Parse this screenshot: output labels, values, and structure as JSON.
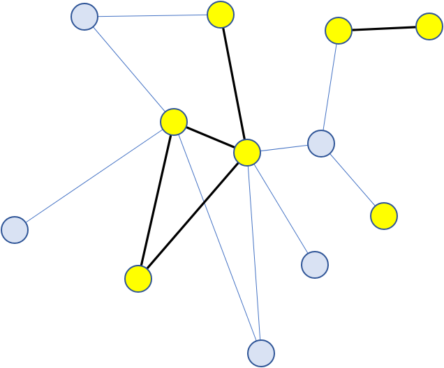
{
  "colors": {
    "background": "#ffffff",
    "node_selected_fill": "#ffff00",
    "node_default_fill": "#d9e2f3",
    "node_stroke": "#2f5597",
    "edge_thin": "#4472c4",
    "edge_thick": "#000000"
  },
  "graph": {
    "nodes": [
      {
        "id": "n1",
        "selected": false
      },
      {
        "id": "n2",
        "selected": true
      },
      {
        "id": "n3",
        "selected": true
      },
      {
        "id": "n4",
        "selected": true
      },
      {
        "id": "n5",
        "selected": true
      },
      {
        "id": "n6",
        "selected": true
      },
      {
        "id": "n7",
        "selected": false
      },
      {
        "id": "n8",
        "selected": false
      },
      {
        "id": "n9",
        "selected": true
      },
      {
        "id": "n10",
        "selected": false
      },
      {
        "id": "n11",
        "selected": true
      },
      {
        "id": "n12",
        "selected": false
      }
    ],
    "edges": [
      {
        "source": "n1",
        "target": "n2",
        "highlighted": false
      },
      {
        "source": "n1",
        "target": "n5",
        "highlighted": false
      },
      {
        "source": "n2",
        "target": "n6",
        "highlighted": true
      },
      {
        "source": "n3",
        "target": "n4",
        "highlighted": true
      },
      {
        "source": "n3",
        "target": "n7",
        "highlighted": false
      },
      {
        "source": "n5",
        "target": "n6",
        "highlighted": true
      },
      {
        "source": "n5",
        "target": "n8",
        "highlighted": false
      },
      {
        "source": "n5",
        "target": "n11",
        "highlighted": true
      },
      {
        "source": "n5",
        "target": "n12",
        "highlighted": false
      },
      {
        "source": "n6",
        "target": "n7",
        "highlighted": false
      },
      {
        "source": "n6",
        "target": "n11",
        "highlighted": true
      },
      {
        "source": "n6",
        "target": "n10",
        "highlighted": false
      },
      {
        "source": "n6",
        "target": "n12",
        "highlighted": false
      },
      {
        "source": "n7",
        "target": "n9",
        "highlighted": false
      }
    ]
  }
}
